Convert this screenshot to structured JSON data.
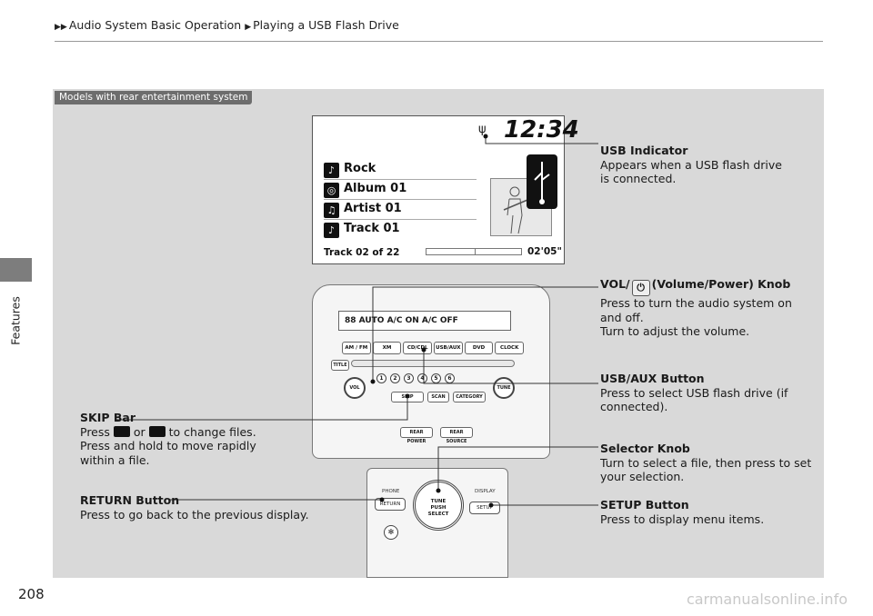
{
  "breadcrumb": [
    "Audio System Basic Operation",
    "Playing a USB Flash Drive"
  ],
  "side_label": "Features",
  "page_number": "208",
  "watermark": "carmanualsonline.info",
  "panel_tag": "Models with rear entertainment system",
  "screen": {
    "clock": "12:34",
    "rows": [
      {
        "icon": "music-icon",
        "label": "Rock"
      },
      {
        "icon": "album-icon",
        "label": "Album 01"
      },
      {
        "icon": "artist-icon",
        "label": "Artist 01"
      },
      {
        "icon": "track-icon",
        "label": "Track 01"
      }
    ],
    "track_info": "Track 02 of 22",
    "elapsed": "02'05\""
  },
  "dash": {
    "lcd_text": "88 AUTO A/C ON A/C OFF",
    "buttons_row1": [
      "AM / FM",
      "XM",
      "CD/CDL",
      "USB/AUX",
      "DVD",
      "CLOCK"
    ],
    "title_label": "TITLE",
    "presets": [
      "1",
      "2",
      "3",
      "4",
      "5",
      "6"
    ],
    "vol_label": "VOL",
    "tune_label": "TUNE",
    "buttons_row2": [
      "SKIP",
      "SCAN",
      "CATEGORY"
    ],
    "buttons_row3": [
      "REAR POWER",
      "REAR SOURCE"
    ]
  },
  "console": {
    "phone": "PHONE",
    "return": "RETURN",
    "display": "DISPLAY",
    "setup": "SETUP",
    "knob": "TUNE\nPUSH\nSELECT"
  },
  "callouts": {
    "usb": {
      "title": "USB Indicator",
      "lines": [
        "Appears when a USB flash drive",
        "is connected."
      ]
    },
    "vol": {
      "title_pre": "VOL/",
      "title_post": "(Volume/Power) Knob",
      "lines": [
        "Press to turn the audio system on",
        "and off.",
        "Turn to adjust the volume."
      ]
    },
    "usbaux": {
      "title": "USB/AUX Button",
      "lines": [
        "Press to select USB flash drive (if",
        "connected)."
      ]
    },
    "skip": {
      "title": "SKIP Bar",
      "line1_pre": "Press",
      "line1_or": "or",
      "line1_post": "to change files.",
      "lines": [
        "Press and hold to move rapidly",
        "within a file."
      ]
    },
    "selector": {
      "title": "Selector Knob",
      "lines": [
        "Turn to select a file, then press to set",
        "your selection."
      ]
    },
    "return": {
      "title": "RETURN Button",
      "lines": [
        "Press to go back to the previous display."
      ]
    },
    "setup": {
      "title": "SETUP Button",
      "lines": [
        "Press to display menu items."
      ]
    }
  }
}
